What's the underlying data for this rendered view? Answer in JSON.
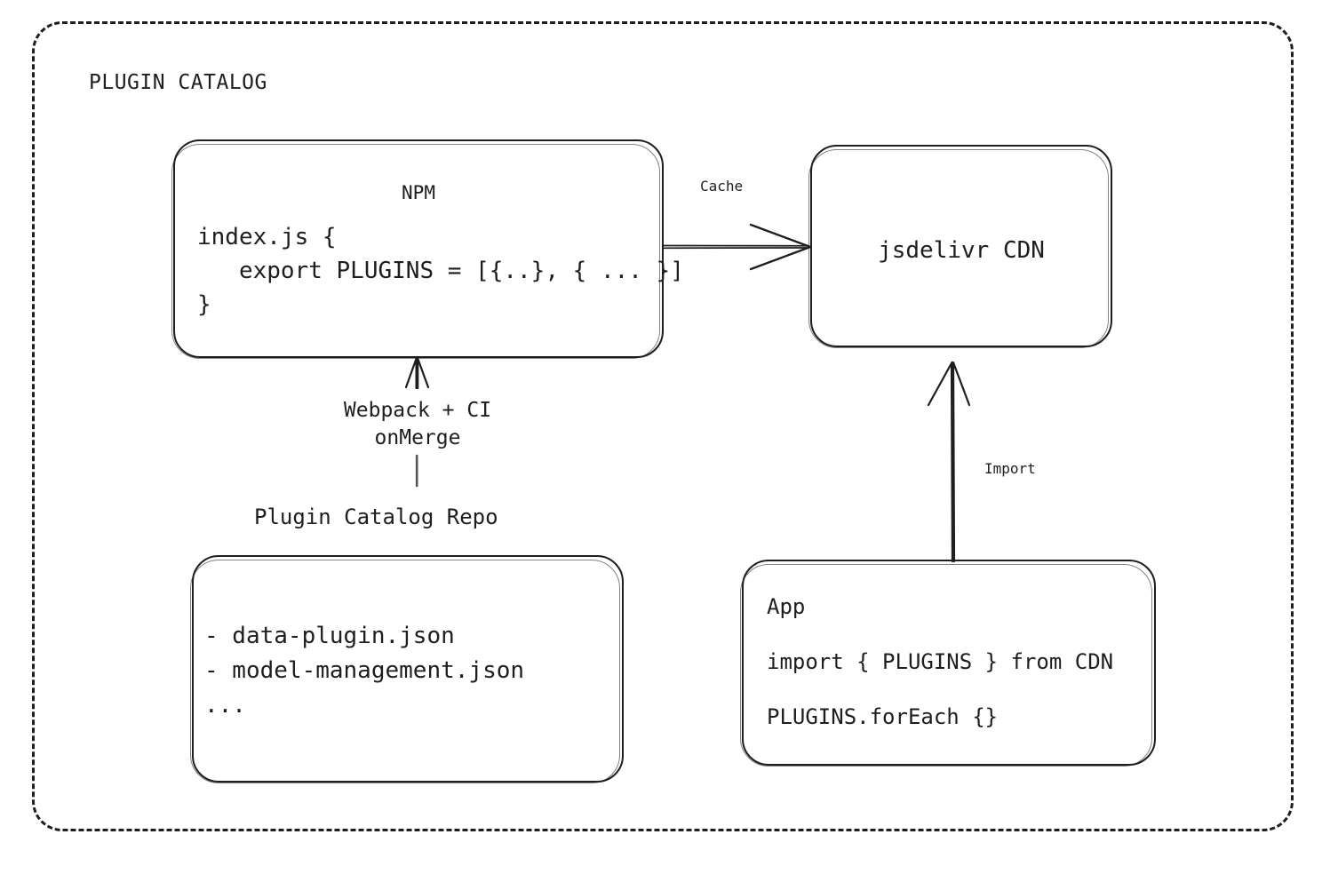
{
  "frame": {
    "title": "PLUGIN CATALOG",
    "border_style": "dashed",
    "border_color": "#1e1e1e"
  },
  "nodes": {
    "npm": {
      "title": "NPM",
      "code": [
        "index.js {",
        "   export PLUGINS = [{..}, { ... }]",
        "}"
      ]
    },
    "cdn": {
      "title": "jsdelivr CDN"
    },
    "repo": {
      "external_label": "Plugin Catalog Repo",
      "code": [
        "- data-plugin.json",
        "- model-management.json",
        "..."
      ]
    },
    "app": {
      "code": [
        "App",
        "import { PLUGINS } from CDN",
        "PLUGINS.forEach {}"
      ]
    }
  },
  "edges": {
    "npm_to_cdn": {
      "label": "Cache",
      "direction": "right"
    },
    "repo_to_npm": {
      "label": "Webpack + CI\nonMerge",
      "direction": "up"
    },
    "app_to_cdn": {
      "label": "Import",
      "direction": "up"
    }
  },
  "colors": {
    "stroke": "#1e1e1e",
    "background": "#ffffff"
  }
}
